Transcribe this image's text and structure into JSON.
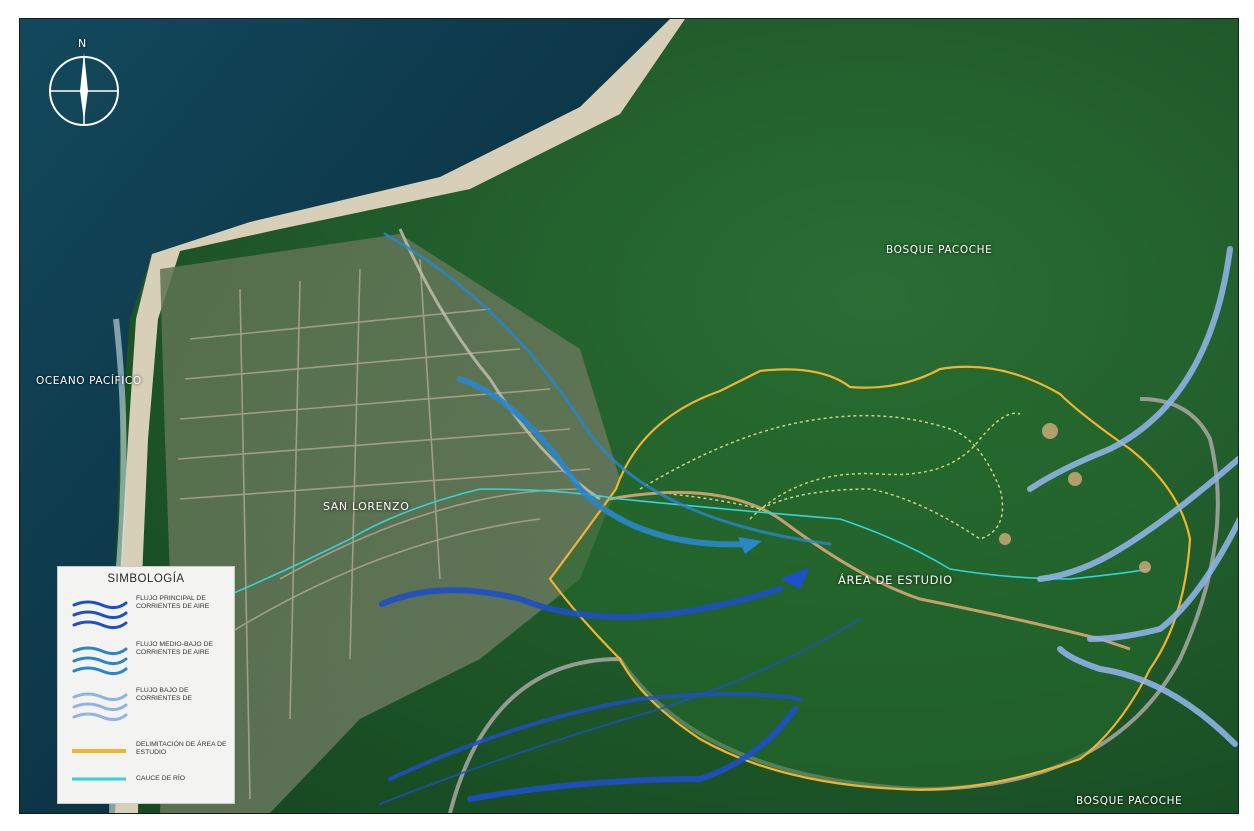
{
  "compass": {
    "north_label": "N"
  },
  "labels": {
    "ocean": "OCEANO PACÍFICO",
    "forest_top": "BOSQUE PACOCHE",
    "forest_bottom": "BOSQUE PACOCHE",
    "town": "SAN LORENZO",
    "study_area": "ÁREA DE ESTUDIO"
  },
  "legend": {
    "title": "SIMBOLOGÍA",
    "items": [
      {
        "symbol": "arrows-dark-blue",
        "color": "#1e4fc8",
        "text": "FLUJO PRINCIPAL DE CORRIENTES DE AIRE"
      },
      {
        "symbol": "arrows-medium-blue",
        "color": "#2b86c9",
        "text": "FLUJO MEDIO-BAJO DE CORRIENTES DE AIRE"
      },
      {
        "symbol": "arrows-light-blue",
        "color": "#8fb3e6",
        "text": "FLUJO BAJO DE CORRIENTES DE"
      },
      {
        "symbol": "line-orange",
        "color": "#f2b430",
        "text": "DELIMITACIÓN DE ÁREA DE ESTUDIO"
      },
      {
        "symbol": "line-cyan",
        "color": "#35d3d8",
        "text": "CAUCE DE RÍO"
      }
    ]
  },
  "colors": {
    "ocean": "#0d3a4c",
    "forest": "#1f5a2a",
    "study_boundary": "#f2b430",
    "river": "#35d3d8",
    "flow_main": "#1e4fc8",
    "flow_medium": "#2b86c9",
    "flow_low": "#8fb3e6"
  }
}
